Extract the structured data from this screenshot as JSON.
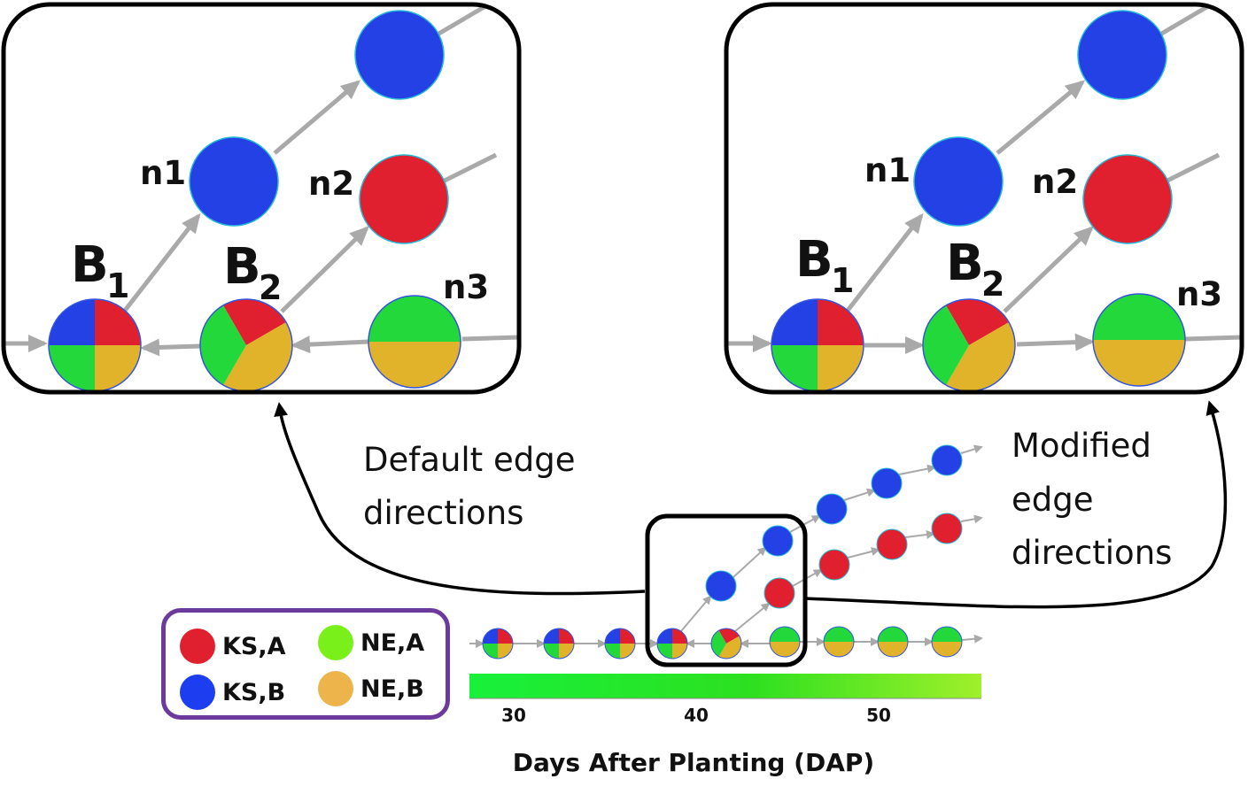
{
  "colors": {
    "ks_a": "#e0202e",
    "ks_b": "#2441e6",
    "ne_a": "#22d83a",
    "ne_b": "#e0b32a",
    "edge": "#a9a9a9",
    "legend_border": "#6c3a9c",
    "timeline_start": "#18f03a",
    "timeline_end": "#9ff02a"
  },
  "legend": [
    {
      "label": "KS,A",
      "color_key": "ks_a"
    },
    {
      "label": "NE,A",
      "color_key": "ne_a"
    },
    {
      "label": "KS,B",
      "color_key": "ks_b"
    },
    {
      "label": "NE,B",
      "color_key": "ne_b"
    }
  ],
  "panels": {
    "left": {
      "node_labels": {
        "n1": "n1",
        "n2": "n2",
        "n3": "n3"
      },
      "b1": {
        "letter": "B",
        "sub": "1"
      },
      "b2": {
        "letter": "B",
        "sub": "2"
      }
    },
    "right": {
      "node_labels": {
        "n1": "n1",
        "n2": "n2",
        "n3": "n3"
      },
      "b1": {
        "letter": "B",
        "sub": "1"
      },
      "b2": {
        "letter": "B",
        "sub": "2"
      }
    }
  },
  "captions": {
    "default": [
      "Default edge",
      "directions"
    ],
    "modified": [
      "Modified",
      "edge",
      "directions"
    ]
  },
  "axis": {
    "ticks": [
      "30",
      "40",
      "50"
    ],
    "title": "Days After Planting (DAP)"
  }
}
